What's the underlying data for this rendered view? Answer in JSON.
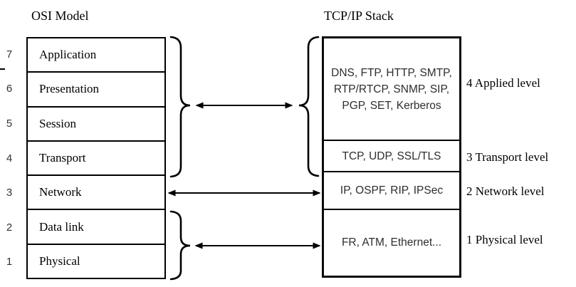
{
  "titles": {
    "osi": "OSI Model",
    "tcpip": "TCP/IP Stack"
  },
  "osi_layers": [
    {
      "number": "7",
      "name": "Application"
    },
    {
      "number": "6",
      "name": "Presentation"
    },
    {
      "number": "5",
      "name": "Session"
    },
    {
      "number": "4",
      "name": "Transport"
    },
    {
      "number": "3",
      "name": "Network"
    },
    {
      "number": "2",
      "name": "Data link"
    },
    {
      "number": "1",
      "name": "Physical"
    }
  ],
  "tcpip_levels": [
    {
      "protocols": "DNS, FTP, HTTP, SMTP,\nRTP/RTCP, SNMP, SIP,\nPGP, SET, Kerberos",
      "label": "4 Applied level"
    },
    {
      "protocols": "TCP, UDP, SSL/TLS",
      "label": "3 Transport level"
    },
    {
      "protocols": "IP, OSPF, RIP, IPSec",
      "label": "2 Network level"
    },
    {
      "protocols": "FR, ATM, Ethernet...",
      "label": "1 Physical level"
    }
  ],
  "colors": {
    "line": "#000000",
    "text": "#000000",
    "muted_text": "#333333",
    "background": "#ffffff"
  }
}
